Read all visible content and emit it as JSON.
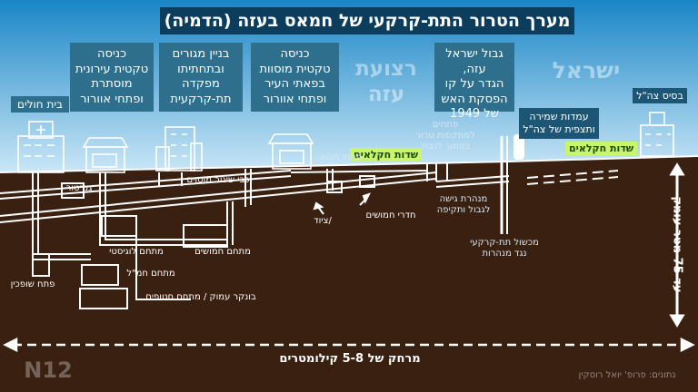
{
  "title": "מערך הטרור התת-קרקעי של חמאס בעזה (הדמיה)",
  "regions": {
    "israel": "ישראל",
    "gaza": [
      "רצועת",
      "עזה"
    ]
  },
  "top_boxes": [
    {
      "lines": [
        "כניסה",
        "טקטית עירונית",
        "מוסתרת",
        "ופתחי אוורור"
      ]
    },
    {
      "lines": [
        "בניין מגורים",
        "ובתחתיתו",
        "מפקדה",
        "תת-קרקעית"
      ]
    },
    {
      "lines": [
        "כניסה",
        "טקטית מוסוות",
        "בפאתי העיר",
        "ופתחי אוורור"
      ]
    },
    {
      "lines": [
        "גבול ישראל עזה,",
        "הגדר על קו",
        "הפסקת האש",
        "של 1949"
      ]
    }
  ],
  "idf_box": [
    "עמדות שמירה",
    "ותצפית של צה\"ל"
  ],
  "labels": {
    "hospital": "בית חולים",
    "idf_base": "בסיס צה\"ל",
    "fields_left": "שדות חקלאים",
    "fields_right": "שדות חקלאים",
    "generator": "גנרטור",
    "hidden_routes": "כבי שיגור מוסוים",
    "defense_openings": "פתחי הגנה",
    "raid_openings": [
      "פתחים",
      "למתקפות טרור",
      "בסמוך לגבול"
    ],
    "attack_tunnel": [
      "מנהרת גישה",
      "לגבול ותקיפה"
    ],
    "armed_rooms": "חדרי חמושים",
    "equipment": "/ציוד",
    "barrier": [
      "מכשול תת-קרקעי",
      "נגד מנהרות"
    ],
    "logistics": "מתחם לוגיסטי",
    "armed_compound": "מתחם חמושים",
    "weapons_compound": "מתחם חמ\"ל",
    "shaft": "פתח שופכין",
    "bunker": "בונקר עמוק / מתחם חטופים",
    "depth": "עד 75 מטר עומק",
    "distance": "מרחק של 5-8 קילומטרים",
    "logo": "N12",
    "credit": "נתונים: פרופ' יואל רוסקין"
  },
  "colors": {
    "sky_top": "#1a86c6",
    "sky_bottom": "#cfe9f8",
    "ground": "#3a2010",
    "tunnel": "#ffffff",
    "box": "#2e6f8e",
    "title_bg": "#0c3d5c",
    "field": "#c8f56a"
  }
}
